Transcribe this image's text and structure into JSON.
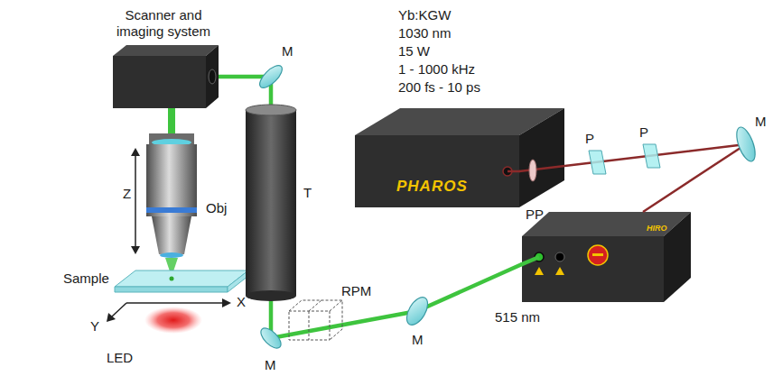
{
  "diagram": {
    "nodes": [
      {
        "text": [
          "PHAROS"
        ]
      },
      {
        "text": [
          "HIRO"
        ]
      },
      {
        "text": [
          "Scanner and imaging system"
        ]
      }
    ],
    "edges": [
      {
        "from": 0,
        "to": 1,
        "arrow": "none"
      },
      {
        "from": 1,
        "to": 2,
        "arrow": "none"
      }
    ],
    "labels": [
      "Yb:KGW",
      "1030 nm",
      "15 W",
      "1 - 1000 kHz",
      "200 fs - 10 ps",
      "PP",
      "P",
      "P",
      "M",
      "515 nm",
      "M",
      "RPM",
      "M",
      "T",
      "M",
      "Obj",
      "Z",
      "Sample",
      "X",
      "Y",
      "LED"
    ]
  }
}
